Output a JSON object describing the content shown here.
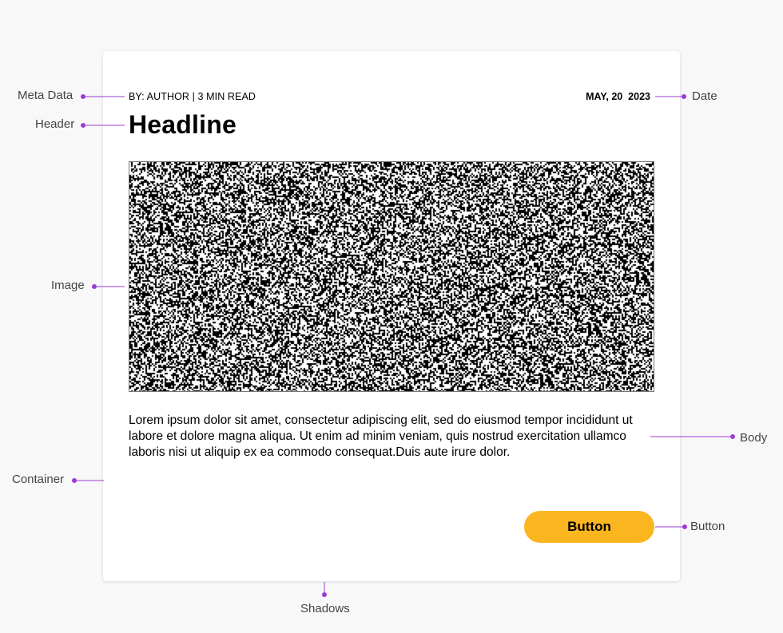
{
  "card": {
    "meta": "BY: AUTHOR | 3 MIN READ",
    "date": "MAY, 20  2023",
    "headline": "Headline",
    "body": "Lorem ipsum dolor sit amet, consectetur adipiscing elit, sed do eiusmod tempor incididunt ut labore et dolore magna aliqua. Ut enim ad minim veniam, quis nostrud exercitation ullamco laboris nisi ut aliquip ex ea commodo consequat.Duis aute irure dolor.",
    "button_label": "Button"
  },
  "annotations": {
    "meta_data": "Meta Data",
    "header": "Header",
    "image": "Image",
    "container": "Container",
    "date": "Date",
    "body": "Body",
    "button": "Button",
    "shadows": "Shadows"
  },
  "colors": {
    "accent_button": "#fbb61f",
    "annotation_line": "#9b3bd6",
    "page_background": "#f8f8f8",
    "card_background": "#ffffff"
  }
}
